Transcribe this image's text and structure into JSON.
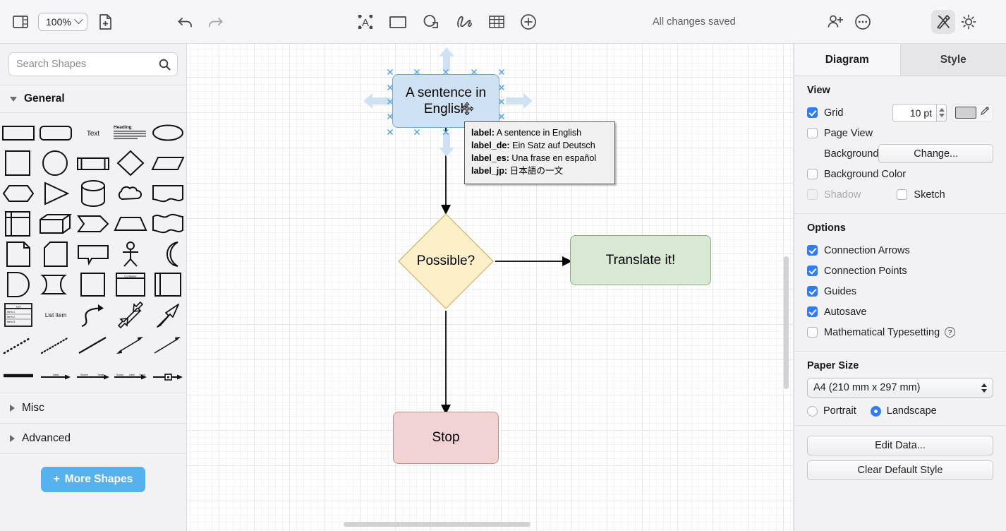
{
  "toolbar": {
    "panel_toggle_icon": "sidebar-toggle-icon",
    "zoom_value": "100%",
    "new_page_icon": "new-page-icon",
    "undo_icon": "undo-icon",
    "redo_icon": "redo-icon",
    "text_icon": "insert-text-icon",
    "rectangle_icon": "insert-rectangle-icon",
    "shape_icon": "insert-shape-icon",
    "freehand_icon": "freehand-draw-icon",
    "table_icon": "insert-table-icon",
    "plus_icon": "insert-more-icon",
    "status": "All changes saved",
    "share_icon": "add-person-icon",
    "more_icon": "more-options-icon",
    "format_icon": "format-panel-icon",
    "theme_icon": "appearance-icon"
  },
  "sidebar": {
    "search": {
      "placeholder": "Search Shapes",
      "value": "",
      "icon": "search-icon"
    },
    "sections": [
      {
        "label": "General",
        "expanded": true
      },
      {
        "label": "Misc",
        "expanded": false
      },
      {
        "label": "Advanced",
        "expanded": false
      }
    ],
    "shape_text": {
      "text": "Text",
      "heading": "Heading",
      "list_title": "List",
      "list_item": "List Item"
    },
    "more_shapes_label": "More Shapes",
    "more_shapes_accent": "#56b2ef"
  },
  "canvas": {
    "nodes": [
      {
        "id": "english",
        "label": "A sentence in English",
        "fill": "#cfe2f3",
        "stroke": "#7ba7cf",
        "selected": true
      },
      {
        "id": "possible",
        "label": "Possible?",
        "fill": "#fdf0c9",
        "stroke": "#d3b871",
        "selected": false
      },
      {
        "id": "translate",
        "label": "Translate it!",
        "fill": "#d9e8d3",
        "stroke": "#8cab7f",
        "selected": false
      },
      {
        "id": "stop",
        "label": "Stop",
        "fill": "#f2d3d3",
        "stroke": "#c48b8b",
        "selected": false
      }
    ],
    "tooltip": {
      "rows": [
        {
          "key": "label:",
          "value": "A sentence in English"
        },
        {
          "key": "label_de:",
          "value": "Ein Satz auf Deutsch"
        },
        {
          "key": "label_es:",
          "value": "Una frase en español"
        },
        {
          "key": "label_jp:",
          "value": "日本語の一文"
        }
      ]
    }
  },
  "right_panel": {
    "tabs": [
      {
        "label": "Diagram",
        "active": true
      },
      {
        "label": "Style",
        "active": false
      }
    ],
    "view": {
      "title": "View",
      "grid": {
        "label": "Grid",
        "checked": true,
        "size": "10 pt",
        "color_swatch": "#d0d0d0"
      },
      "page_view": {
        "label": "Page View",
        "checked": false
      },
      "background": {
        "label": "Background",
        "button": "Change..."
      },
      "background_color": {
        "label": "Background Color",
        "checked": false
      },
      "shadow": {
        "label": "Shadow",
        "checked": false,
        "disabled": true
      },
      "sketch": {
        "label": "Sketch",
        "checked": false
      }
    },
    "options": {
      "title": "Options",
      "items": [
        {
          "label": "Connection Arrows",
          "checked": true
        },
        {
          "label": "Connection Points",
          "checked": true
        },
        {
          "label": "Guides",
          "checked": true
        },
        {
          "label": "Autosave",
          "checked": true
        },
        {
          "label": "Mathematical Typesetting",
          "checked": false,
          "help": "?"
        }
      ]
    },
    "paper": {
      "title": "Paper Size",
      "selected": "A4 (210 mm x 297 mm)",
      "orientation": [
        {
          "label": "Portrait",
          "selected": false
        },
        {
          "label": "Landscape",
          "selected": true
        }
      ]
    },
    "actions": [
      {
        "label": "Edit Data..."
      },
      {
        "label": "Clear Default Style"
      }
    ]
  }
}
